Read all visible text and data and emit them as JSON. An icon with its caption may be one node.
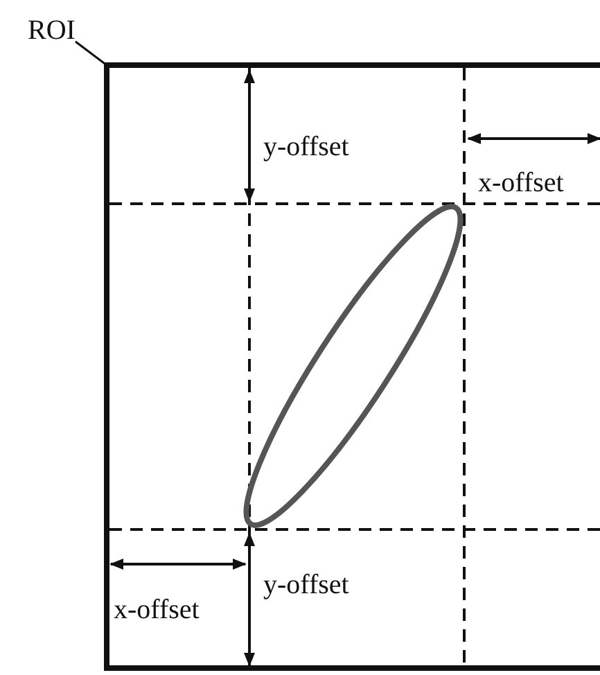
{
  "diagram": {
    "nodes": [
      {
        "text": [
          "ROI"
        ]
      },
      {
        "text": [],
        "shape": "box"
      }
    ],
    "edges": [
      {
        "from": 0,
        "to": 1,
        "arrow": "none"
      }
    ],
    "labels": [
      "y-offset",
      "x-offset",
      "x-offset",
      "y-offset"
    ]
  }
}
